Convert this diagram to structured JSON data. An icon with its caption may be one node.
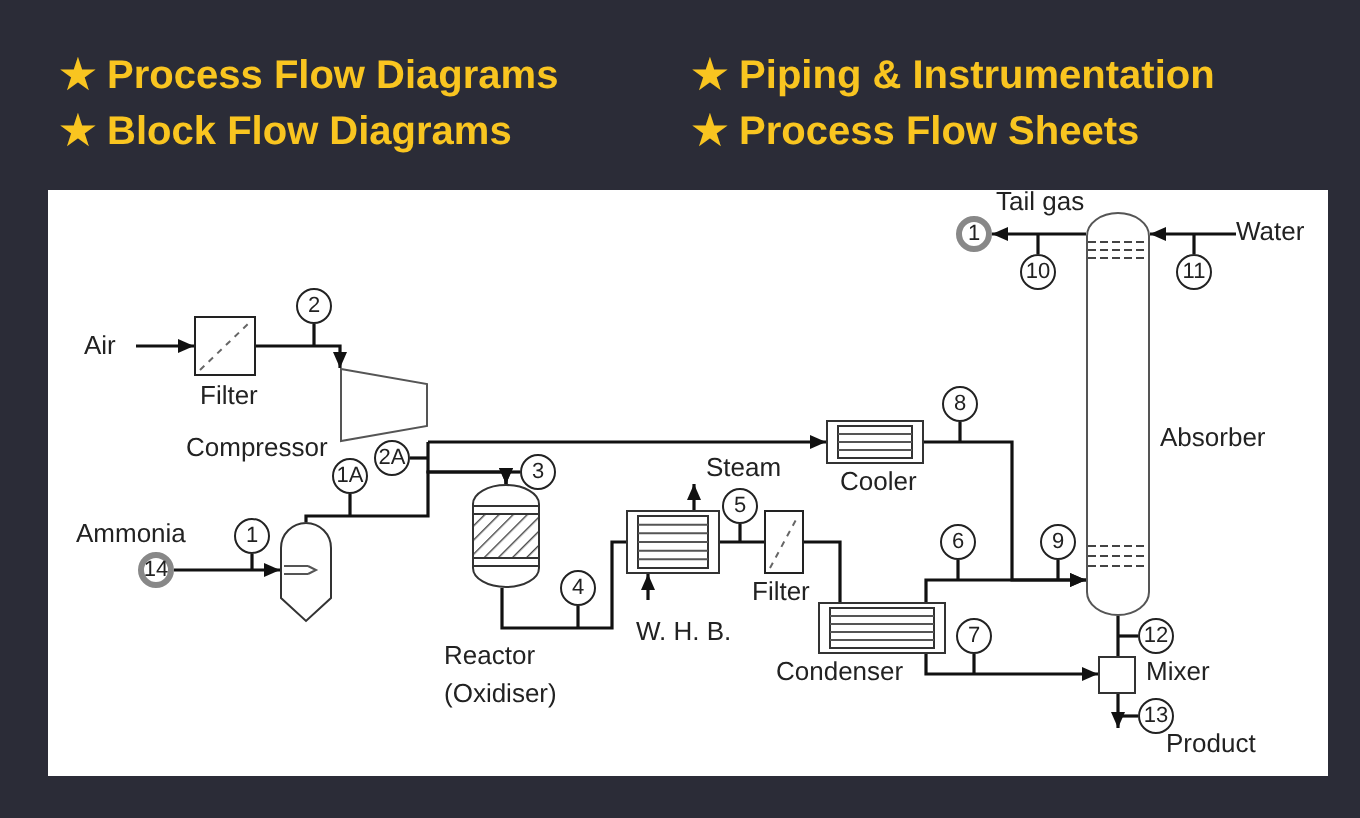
{
  "diagram": {
    "nodes": [
      {
        "text": [
          "Air"
        ]
      },
      {
        "text": [
          "Filter"
        ]
      },
      {
        "text": [
          "Compressor"
        ]
      },
      {
        "text": [
          "2"
        ]
      },
      {
        "text": [
          "2A"
        ]
      },
      {
        "text": [
          "1A"
        ]
      },
      {
        "text": [
          "14"
        ],
        "beside": [
          "Ammonia"
        ]
      },
      {
        "text": [
          "1"
        ]
      },
      {
        "text": [],
        "shape": "cylinder"
      },
      {
        "text": [
          "Reactor (Oxidiser)"
        ]
      },
      {
        "text": [
          "3"
        ]
      },
      {
        "text": [
          "4"
        ]
      },
      {
        "text": [
          "W. H. B."
        ]
      },
      {
        "text": [
          "Steam"
        ]
      },
      {
        "text": [
          "5"
        ]
      },
      {
        "text": [
          "Filter"
        ]
      },
      {
        "text": [
          "Cooler"
        ]
      },
      {
        "text": [
          "8"
        ]
      },
      {
        "text": [
          "Condenser"
        ]
      },
      {
        "text": [
          "6"
        ]
      },
      {
        "text": [
          "7"
        ]
      },
      {
        "text": [
          "9"
        ]
      },
      {
        "text": [
          "Absorber"
        ]
      },
      {
        "text": [
          "10"
        ]
      },
      {
        "text": [
          "11"
        ]
      },
      {
        "text": [
          "1"
        ]
      },
      {
        "text": [
          "Water"
        ]
      },
      {
        "text": [
          "Mixer"
        ]
      },
      {
        "text": [
          "12"
        ]
      },
      {
        "text": [
          "13"
        ]
      },
      {
        "text": [
          "Product"
        ]
      }
    ],
    "edges": [
      {
        "from": 0,
        "to": 1,
        "arrow": "to"
      },
      {
        "from": 1,
        "to": 2,
        "arrow": "to"
      },
      {
        "from": 2,
        "to": 16,
        "arrow": "to"
      },
      {
        "from": 2,
        "to": 9,
        "arrow": "to"
      },
      {
        "from": 8,
        "to": 9,
        "arrow": "to"
      },
      {
        "from": 6,
        "to": 8,
        "arrow": "to"
      },
      {
        "from": 9,
        "to": 12,
        "arrow": "none"
      },
      {
        "from": 12,
        "to": 13,
        "arrow": "to"
      },
      {
        "from": null,
        "to": 12,
        "arrow": "to"
      },
      {
        "from": 12,
        "to": 15,
        "arrow": "none"
      },
      {
        "from": 15,
        "to": 18,
        "arrow": "none"
      },
      {
        "from": 16,
        "to": 22,
        "arrow": "to"
      },
      {
        "from": 18,
        "to": 22,
        "arrow": "to"
      },
      {
        "from": 18,
        "to": 27,
        "arrow": "to"
      },
      {
        "from": 22,
        "to": 27,
        "arrow": "none"
      },
      {
        "from": 27,
        "to": 30,
        "arrow": "to"
      },
      {
        "from": 26,
        "to": 22,
        "arrow": "to"
      },
      {
        "from": 22,
        "to": 25,
        "arrow": "to"
      },
      {
        "from": 3,
        "to": null,
        "arrow": "none"
      },
      {
        "from": 4,
        "to": null,
        "arrow": "none"
      },
      {
        "from": 5,
        "to": null,
        "arrow": "none"
      },
      {
        "from": 7,
        "to": null,
        "arrow": "none"
      },
      {
        "from": 10,
        "to": null,
        "arrow": "none"
      },
      {
        "from": 11,
        "to": null,
        "arrow": "none"
      },
      {
        "from": 14,
        "to": null,
        "arrow": "none"
      },
      {
        "from": 17,
        "to": null,
        "arrow": "none"
      },
      {
        "from": 19,
        "to": null,
        "arrow": "none"
      },
      {
        "from": 20,
        "to": null,
        "arrow": "none"
      },
      {
        "from": 21,
        "to": null,
        "arrow": "none"
      },
      {
        "from": 23,
        "to": null,
        "arrow": "none"
      },
      {
        "from": 24,
        "to": null,
        "arrow": "none"
      },
      {
        "from": 28,
        "to": null,
        "arrow": "none"
      },
      {
        "from": 29,
        "to": null,
        "arrow": "none"
      }
    ],
    "labels": [
      "★ Process Flow Diagrams",
      "★ Piping & Instrumentation",
      "★ Block Flow Diagrams",
      "★ Process Flow Sheets",
      "Tail gas"
    ]
  }
}
